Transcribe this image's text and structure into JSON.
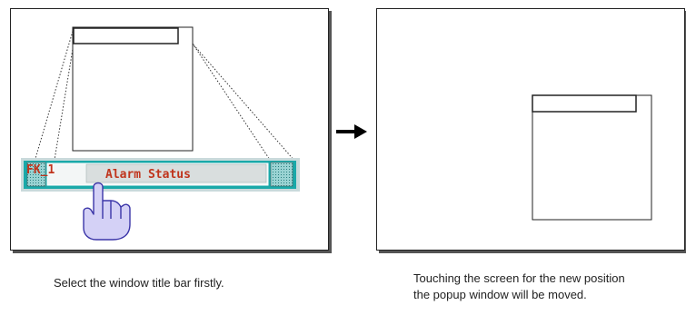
{
  "left": {
    "fk_label": "FK_1",
    "title_bar_text": "Alarm Status",
    "caption": "Select the window title bar firstly."
  },
  "right": {
    "caption_lines": [
      "Touching the screen for the new position",
      "the popup window will be moved."
    ]
  },
  "colors": {
    "teal": "#1aa9a9",
    "text_orange": "#c0341c",
    "hand_fill": "#d4d1f6",
    "hand_stroke": "#3b35a8"
  },
  "icons": [
    "pointing-hand-icon",
    "right-arrow-icon"
  ]
}
